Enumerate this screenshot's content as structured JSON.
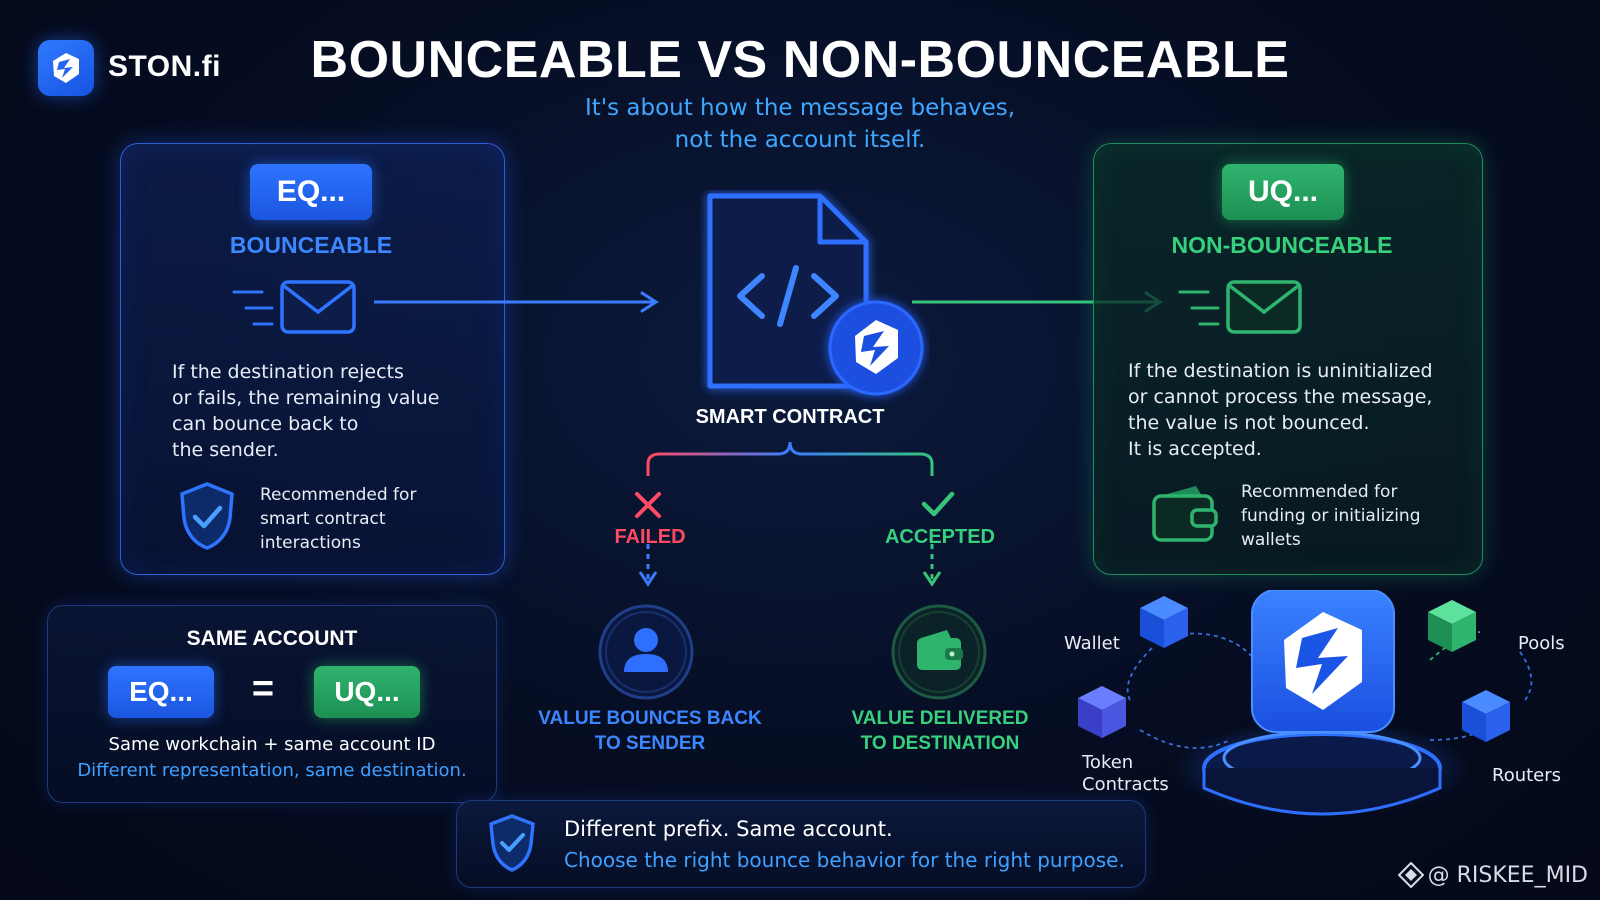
{
  "header": {
    "brand": "STON.fi",
    "title": "BOUNCEABLE VS NON-BOUNCEABLE",
    "subtitle_line1": "It's about how the message behaves,",
    "subtitle_line2": "not the account itself."
  },
  "left_card": {
    "prefix": "EQ...",
    "label": "BOUNCEABLE",
    "description": [
      "If the destination rejects",
      "or fails, the remaining value",
      "can bounce back to",
      "the sender."
    ],
    "recommendation": [
      "Recommended for",
      "smart contract",
      "interactions"
    ]
  },
  "right_card": {
    "prefix": "UQ...",
    "label": "NON-BOUNCEABLE",
    "description": [
      "If the destination is uninitialized",
      "or cannot process the message,",
      "the value is not bounced.",
      "It is accepted."
    ],
    "recommendation": [
      "Recommended for",
      "funding or initializing",
      "wallets"
    ]
  },
  "center": {
    "contract_label": "SMART CONTRACT",
    "failed_label": "FAILED",
    "accepted_label": "ACCEPTED",
    "failed_result": [
      "VALUE BOUNCES BACK",
      "TO SENDER"
    ],
    "accepted_result": [
      "VALUE DELIVERED",
      "TO DESTINATION"
    ]
  },
  "same_account": {
    "title": "SAME ACCOUNT",
    "left_prefix": "EQ...",
    "equals": "=",
    "right_prefix": "UQ...",
    "line1": "Same workchain + same account ID",
    "line2": "Different representation, same destination."
  },
  "ecosystem": {
    "nodes": {
      "wallet": "Wallet",
      "pools": "Pools",
      "token_line1": "Token",
      "token_line2": "Contracts",
      "routers": "Routers"
    }
  },
  "banner": {
    "line1": "Different prefix. Same account.",
    "line2": "Choose the right bounce behavior for the right purpose."
  },
  "watermark": "@ RISKEE_MID",
  "colors": {
    "blue_accent": "#2e74ff",
    "green_accent": "#2fb46e",
    "red_accent": "#ff4a63",
    "subtitle_blue": "#3fa7ff"
  }
}
